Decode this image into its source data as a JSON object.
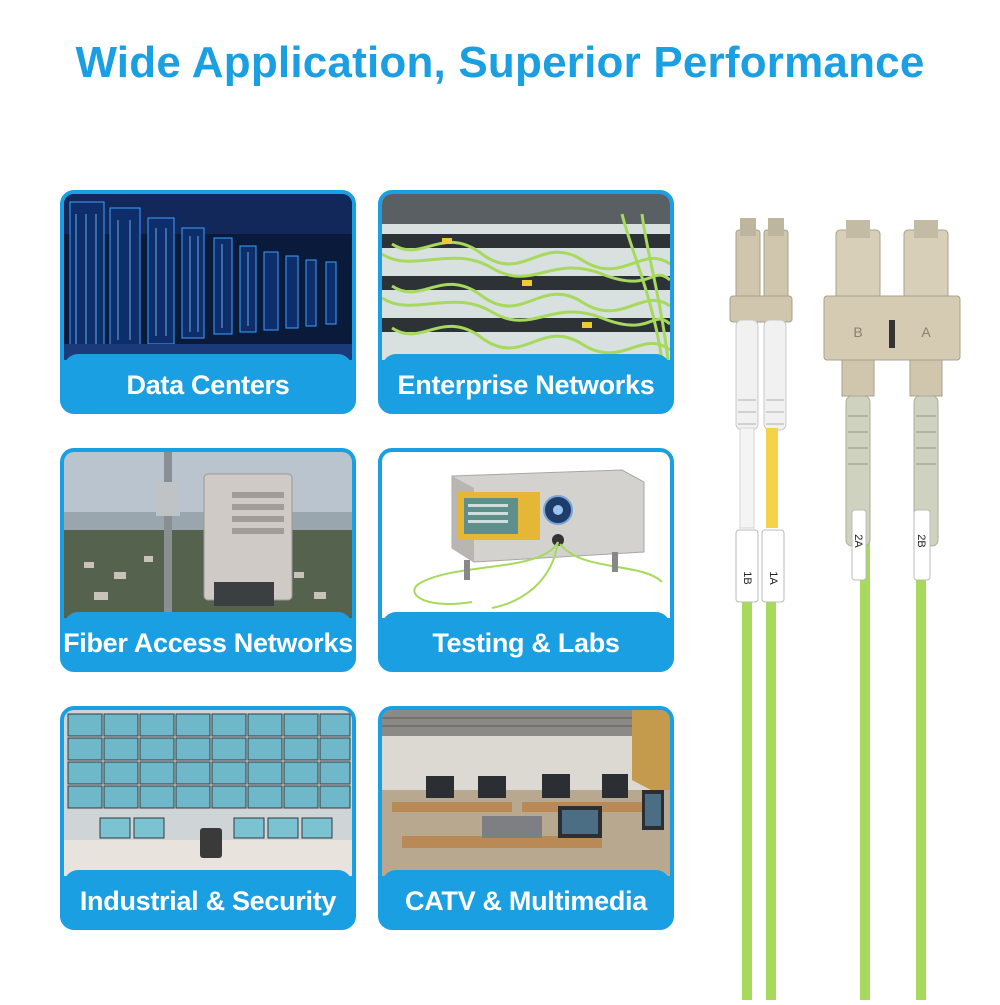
{
  "headline": "Wide Application, Superior Performance",
  "colors": {
    "accent": "#1a9fe3",
    "headline": "#1a9fe3",
    "fiber": "#a6d95c",
    "connector": "#cfc6ad"
  },
  "cards": [
    {
      "label": "Data Centers",
      "icon": "server-racks-photo"
    },
    {
      "label": "Enterprise Networks",
      "icon": "patch-panel-photo"
    },
    {
      "label": "Fiber Access Networks",
      "icon": "telecom-tower-photo"
    },
    {
      "label": "Testing & Labs",
      "icon": "fiber-tester-photo"
    },
    {
      "label": "Industrial & Security",
      "icon": "control-room-photo"
    },
    {
      "label": "CATV & Multimedia",
      "icon": "office-workstations-photo"
    }
  ],
  "cable": {
    "lc_labels": [
      "1B",
      "1A"
    ],
    "sc_labels": [
      "2A",
      "2B"
    ],
    "sc_body_marks": [
      "B",
      "A"
    ]
  }
}
